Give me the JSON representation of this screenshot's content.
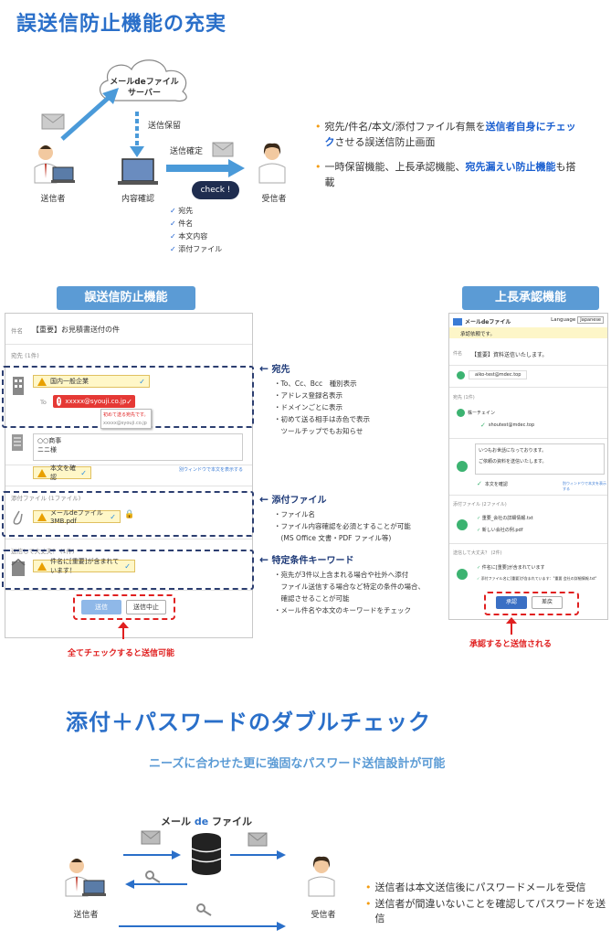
{
  "section1": {
    "title": "誤送信防止機能の充実",
    "cloud_label": "メールdeファイル\nサーバー",
    "cloud_line1": "メールdeファイル",
    "cloud_line2": "サーバー",
    "hold_label": "送信保留",
    "confirm_label": "送信確定",
    "sender_label": "送信者",
    "content_check_label": "内容確認",
    "receiver_label": "受信者",
    "check_bubble": "check !",
    "checklist": [
      "宛先",
      "件名",
      "本文内容",
      "添付ファイル"
    ],
    "bullets": [
      {
        "pre": "宛先/件名/本文/添付ファイル有無を",
        "emph": "送信者自身にチェック",
        "post": "させる誤送信防止画面"
      },
      {
        "pre": "一時保留機能、上長承認機能、",
        "emph": "宛先漏えい防止機能",
        "post": "も搭載"
      }
    ]
  },
  "section2": {
    "left_pill": "誤送信防止機能",
    "right_pill": "上長承認機能",
    "form": {
      "subject_label": "件名",
      "subject_value": "【重要】お見積書送付の件",
      "to_header": "宛先 (1件)",
      "org_name": "国内一般企業",
      "to_label": "To",
      "email_value": "xxxxx@syouji.co.jp",
      "tooltip_line1": "初めて送る宛先です。",
      "tooltip_line2": "xxxxx@syouji.co.jp",
      "body_line1": "○○商事",
      "body_line2": "ニニ様",
      "body_confirm": "本文を確認",
      "body_link": "別ウィンドウで本文を表示する",
      "attach_header": "添付ファイル (1ファイル)",
      "attach_file": "メールdeファイル3MB.pdf",
      "keyword_header": "送信して大丈夫？ (1件)",
      "keyword_warn": "件名に[重要]が含まれています！",
      "send_btn": "送信",
      "cancel_btn": "送信中止"
    },
    "features": [
      {
        "title": "宛先",
        "lines": [
          "・To、Cc、Bcc　種別表示",
          "・アドレス登録名表示",
          "・ドメインごとに表示",
          "・初めて送る相手は赤色で表示",
          "　ツールチップでもお知らせ"
        ]
      },
      {
        "title": "添付ファイル",
        "lines": [
          "・ファイル名",
          "・ファイル内容確認を必須とすることが可能",
          "　(MS Office 文書・PDF ファイル等)"
        ]
      },
      {
        "title": "特定条件キーワード",
        "lines": [
          "・宛先が3件以上含まれる場合や社外へ添付",
          "　ファイル送信する場合など特定の条件の場合、",
          "　確認させることが可能",
          "・メール件名や本文のキーワードをチェック"
        ]
      }
    ],
    "all_check_note": "全てチェックすると送信可能",
    "approval": {
      "brand": "メールdeファイル",
      "language_label": "Language",
      "language_value": "Japanese",
      "notice": "承認依頼です。",
      "subject_label": "件名",
      "subject_value": "【重要】資料送信いたします。",
      "sender_email": "aiko-test@mdec.top",
      "to_header": "宛先 (1件)",
      "to_org": "株ーチェイン",
      "to_email": "shoutest@mdec.top",
      "body_line1": "いつもお世話になっております。",
      "body_line2": "ご依頼の資料を送信いたします。",
      "body_confirm": "本文を確認",
      "body_link": "別ウィンドウで本文を表示する",
      "attach_header": "添付ファイル (2ファイル)",
      "attach1": "重要_会社の詳細情報.txt",
      "attach2": "新しい会社の例.pdf",
      "keyword_header": "送信して大丈夫？ (2件)",
      "keyword1": "件名に[重要]が含まれています",
      "keyword2": "添付ファイル名に[重要]が含まれています：\"重要 会社の詳細情報.txt\"",
      "approve_btn": "承認",
      "reject_btn": "差戻"
    },
    "approval_note": "承認すると送信される"
  },
  "section3": {
    "title": "添付＋パスワードのダブルチェック",
    "subtitle": "ニーズに合わせた更に強固なパスワード送信設計が可能",
    "brand_pre": "メール ",
    "brand_de": "de",
    "brand_post": " ファイル",
    "sender_label": "送信者",
    "receiver_label": "受信者",
    "bullets": [
      "送信者は本文送信後にパスワードメールを受信",
      "送信者が間違いないことを確認してパスワードを送信"
    ]
  },
  "colors": {
    "title_blue": "#2a6fc9",
    "emphasis_blue": "#1a5fd0",
    "bullet_orange": "#f39c12",
    "alert_red": "#e02020",
    "pill_blue": "#5b9bd5",
    "dash_navy": "#2c3e70"
  }
}
